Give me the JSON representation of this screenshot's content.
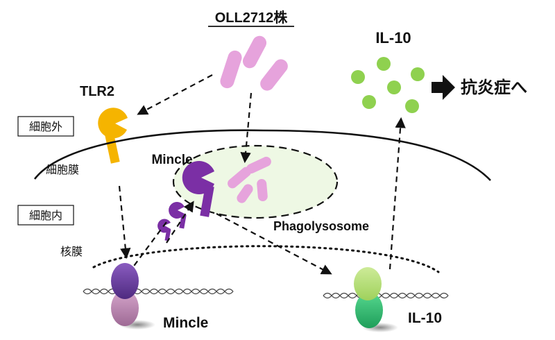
{
  "strain": {
    "label": "OLL2712株"
  },
  "receptors": {
    "tlr2": "TLR2",
    "mincle": "Mincle"
  },
  "compartments": {
    "outside": "細胞外",
    "membrane": "細胞膜",
    "inside": "細胞内",
    "nuclear_membrane": "核膜"
  },
  "phagolysosome": {
    "label": "Phagolysosome"
  },
  "cytokine": {
    "label": "IL-10",
    "effect": "抗炎症へ"
  },
  "genes": {
    "mincle": "Mincle",
    "il10": "IL-10"
  },
  "colors": {
    "tlr2": "#f5b400",
    "mincle": "#7b2fa5",
    "bacteria": "#e6a3dc",
    "phagolysosome": "#eef8e4",
    "il10_particles": "#8fd14f",
    "gene_mincle_top": "#6b3fa0",
    "gene_mincle_bottom": "#c48fb8",
    "gene_il10_top": "#b7e07a",
    "gene_il10_bottom": "#3cc77a"
  }
}
